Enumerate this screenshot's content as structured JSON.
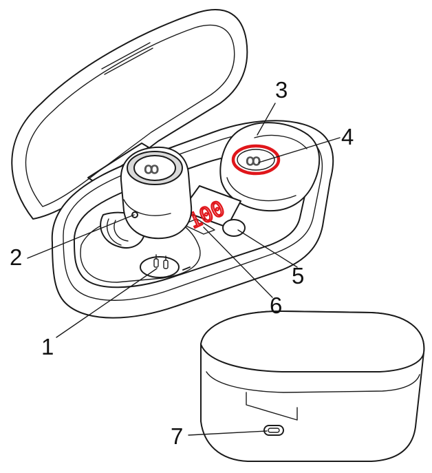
{
  "callouts": [
    {
      "id": "1",
      "label": "1"
    },
    {
      "id": "2",
      "label": "2"
    },
    {
      "id": "3",
      "label": "3"
    },
    {
      "id": "4",
      "label": "4"
    },
    {
      "id": "5",
      "label": "5"
    },
    {
      "id": "6",
      "label": "6"
    },
    {
      "id": "7",
      "label": "7"
    }
  ],
  "display": {
    "value": "100"
  },
  "colors": {
    "accent": "#e0161b",
    "line": "#1a1a1a",
    "background": "#ffffff"
  }
}
